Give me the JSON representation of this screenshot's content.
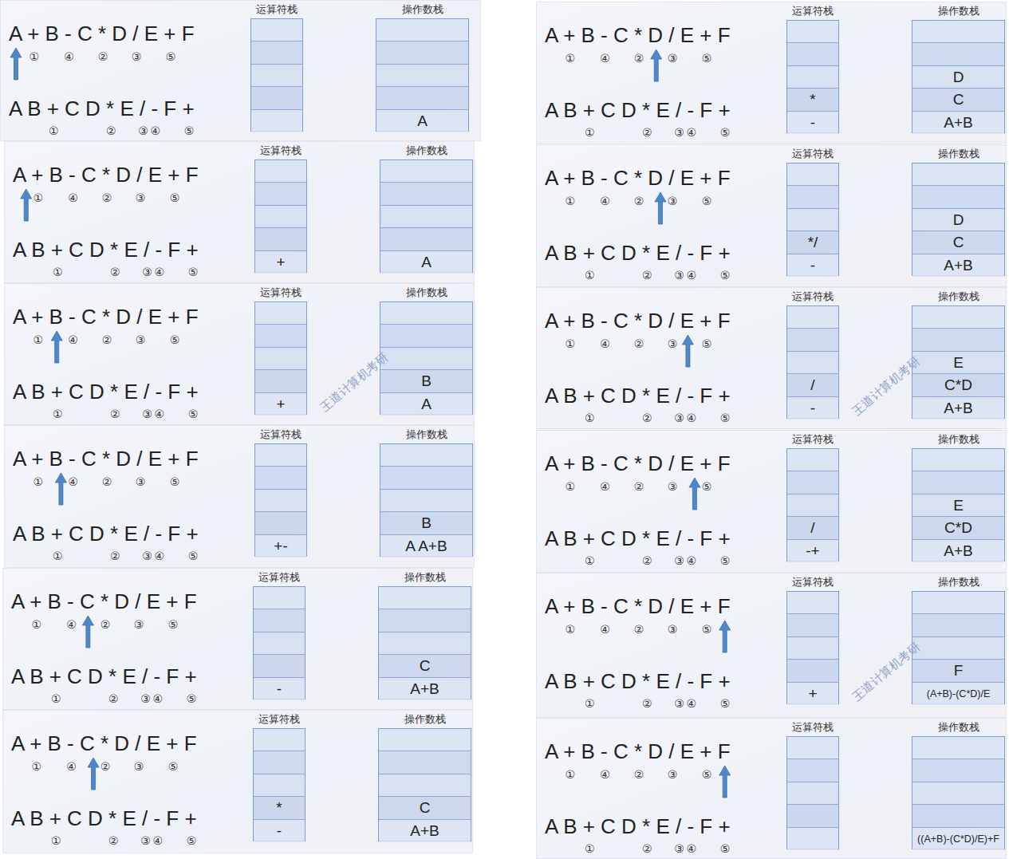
{
  "diagram": {
    "nodes": [
      {
        "text": [
          "A + B - C * D / E + F",
          "A B + C D * E / - F +"
        ]
      },
      {
        "text": [
          "运算符栈"
        ],
        "in": 0
      },
      {
        "text": [
          "操作数栈"
        ],
        "in": 0
      },
      {
        "text": [
          "A"
        ],
        "in": 2
      },
      {
        "text": [
          "A + B - C * D / E + F",
          "A B + C D * E / - F +"
        ]
      },
      {
        "text": [
          "运算符栈"
        ],
        "in": 4
      },
      {
        "text": [
          "+"
        ],
        "in": 5
      },
      {
        "text": [
          "操作数栈"
        ],
        "in": 4
      },
      {
        "text": [
          "A"
        ],
        "in": 7
      },
      {
        "text": [
          "A + B - C * D / E + F",
          "A B + C D * E / - F +"
        ]
      },
      {
        "text": [
          "运算符栈"
        ],
        "in": 9
      },
      {
        "text": [
          "+"
        ],
        "in": 10
      },
      {
        "text": [
          "操作数栈"
        ],
        "in": 9
      },
      {
        "text": [
          "B"
        ],
        "in": 12
      },
      {
        "text": [
          "A"
        ],
        "in": 12
      },
      {
        "text": [
          "A + B - C * D / E + F",
          "A B + C D * E / - F +"
        ]
      },
      {
        "text": [
          "运算符栈"
        ],
        "in": 15
      },
      {
        "text": [
          "+-"
        ],
        "in": 16
      },
      {
        "text": [
          "操作数栈"
        ],
        "in": 15
      },
      {
        "text": [
          "B"
        ],
        "in": 18
      },
      {
        "text": [
          "A A+B"
        ],
        "in": 18
      },
      {
        "text": [
          "A + B - C * D / E + F",
          "A B + C D * E / - F +"
        ]
      },
      {
        "text": [
          "运算符栈"
        ],
        "in": 21
      },
      {
        "text": [
          "-"
        ],
        "in": 22
      },
      {
        "text": [
          "操作数栈"
        ],
        "in": 21
      },
      {
        "text": [
          "C"
        ],
        "in": 24
      },
      {
        "text": [
          "A+B"
        ],
        "in": 24
      },
      {
        "text": [
          "A + B - C * D / E + F",
          "A B + C D * E / - F +"
        ]
      },
      {
        "text": [
          "运算符栈"
        ],
        "in": 27
      },
      {
        "text": [
          "*"
        ],
        "in": 28
      },
      {
        "text": [
          "-"
        ],
        "in": 28
      },
      {
        "text": [
          "操作数栈"
        ],
        "in": 27
      },
      {
        "text": [
          "C"
        ],
        "in": 31
      },
      {
        "text": [
          "A+B"
        ],
        "in": 31
      },
      {
        "text": [
          "A + B - C * D / E + F",
          "A B + C D * E / - F +"
        ]
      },
      {
        "text": [
          "运算符栈"
        ],
        "in": 34
      },
      {
        "text": [
          "*"
        ],
        "in": 35
      },
      {
        "text": [
          "-"
        ],
        "in": 35
      },
      {
        "text": [
          "操作数栈"
        ],
        "in": 34
      },
      {
        "text": [
          "D"
        ],
        "in": 38
      },
      {
        "text": [
          "C"
        ],
        "in": 38
      },
      {
        "text": [
          "A+B"
        ],
        "in": 38
      },
      {
        "text": [
          "A + B - C * D / E + F",
          "A B + C D * E / - F +"
        ]
      },
      {
        "text": [
          "运算符栈"
        ],
        "in": 42
      },
      {
        "text": [
          "*/"
        ],
        "in": 43
      },
      {
        "text": [
          "-"
        ],
        "in": 43
      },
      {
        "text": [
          "操作数栈"
        ],
        "in": 42
      },
      {
        "text": [
          "D"
        ],
        "in": 46
      },
      {
        "text": [
          "C"
        ],
        "in": 46
      },
      {
        "text": [
          "A+B"
        ],
        "in": 46
      },
      {
        "text": [
          "A + B - C * D / E + F",
          "A B + C D * E / - F +"
        ]
      },
      {
        "text": [
          "运算符栈"
        ],
        "in": 50
      },
      {
        "text": [
          "/"
        ],
        "in": 51
      },
      {
        "text": [
          "-"
        ],
        "in": 51
      },
      {
        "text": [
          "操作数栈"
        ],
        "in": 50
      },
      {
        "text": [
          "E"
        ],
        "in": 54
      },
      {
        "text": [
          "C*D"
        ],
        "in": 54
      },
      {
        "text": [
          "A+B"
        ],
        "in": 54
      },
      {
        "text": [
          "A + B - C * D / E + F",
          "A B + C D * E / - F +"
        ]
      },
      {
        "text": [
          "运算符栈"
        ],
        "in": 58
      },
      {
        "text": [
          "/"
        ],
        "in": 59
      },
      {
        "text": [
          "-+"
        ],
        "in": 59
      },
      {
        "text": [
          "操作数栈"
        ],
        "in": 58
      },
      {
        "text": [
          "E"
        ],
        "in": 62
      },
      {
        "text": [
          "C*D"
        ],
        "in": 62
      },
      {
        "text": [
          "A+B"
        ],
        "in": 62
      },
      {
        "text": [
          "A + B - C * D / E + F",
          "A B + C D * E / - F +"
        ]
      },
      {
        "text": [
          "运算符栈"
        ],
        "in": 66
      },
      {
        "text": [
          "+"
        ],
        "in": 67
      },
      {
        "text": [
          "操作数栈"
        ],
        "in": 66
      },
      {
        "text": [
          "F"
        ],
        "in": 69
      },
      {
        "text": [
          "(A+B)-(C*D)/E"
        ],
        "in": 69
      },
      {
        "text": [
          "A + B - C * D / E + F",
          "A B + C D * E / - F +"
        ]
      },
      {
        "text": [
          "运算符栈"
        ],
        "in": 72
      },
      {
        "text": [
          "操作数栈"
        ],
        "in": 72
      },
      {
        "text": [
          "((A+B)-(C*D)/E)+F"
        ],
        "in": 74
      }
    ],
    "labels": [
      "①",
      "④",
      "②",
      "③",
      "⑤",
      "①",
      "②",
      "③",
      "④",
      "⑤",
      "①",
      "④",
      "②",
      "③",
      "⑤",
      "①",
      "②",
      "③",
      "④",
      "⑤",
      "①",
      "④",
      "②",
      "③",
      "⑤",
      "①",
      "②",
      "③",
      "④",
      "⑤",
      "①",
      "④",
      "②",
      "③",
      "⑤",
      "①",
      "②",
      "③",
      "④",
      "⑤",
      "①",
      "④",
      "②",
      "③",
      "⑤",
      "①",
      "②",
      "③",
      "④",
      "⑤",
      "①",
      "④",
      "②",
      "③",
      "⑤",
      "①",
      "②",
      "③",
      "④",
      "⑤",
      "①",
      "④",
      "②",
      "③",
      "⑤",
      "①",
      "②",
      "③",
      "④",
      "⑤",
      "①",
      "④",
      "②",
      "③",
      "⑤",
      "①",
      "②",
      "③",
      "④",
      "⑤",
      "①",
      "④",
      "②",
      "③",
      "⑤",
      "①",
      "②",
      "③",
      "④",
      "⑤",
      "①",
      "④",
      "②",
      "③",
      "⑤",
      "①",
      "②",
      "③",
      "④",
      "⑤",
      "①",
      "④",
      "②",
      "③",
      "⑤",
      "①",
      "②",
      "③",
      "④",
      "⑤",
      "①",
      "④",
      "②",
      "③",
      "⑤",
      "①",
      "②",
      "③",
      "④",
      "⑤",
      "王道计算机考研",
      "王道计算机考研",
      "王道计算机考研"
    ]
  }
}
